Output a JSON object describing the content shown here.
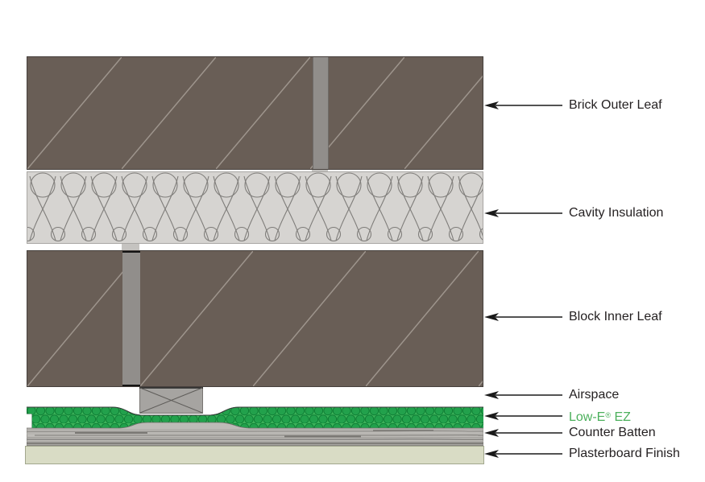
{
  "diagram": {
    "type": "wall-construction-cross-section",
    "layers": [
      {
        "id": "brick-outer-leaf",
        "color": "#695e56",
        "hatch_color": "#9e958d",
        "mortar_color": "#918e8b"
      },
      {
        "id": "cavity-insulation",
        "color": "#d6d4d1",
        "line_color": "#7f7d7a"
      },
      {
        "id": "block-inner-leaf",
        "color": "#695e56",
        "hatch_color": "#9e958d",
        "mortar_color": "#918e8b"
      },
      {
        "id": "airspace",
        "color": "#ffffff"
      },
      {
        "id": "low-e-ez",
        "color": "#3cb35a",
        "bubble_color": "#22a14c"
      },
      {
        "id": "counter-batten",
        "color": "#bdbbb7",
        "grain_color": "#8a8884"
      },
      {
        "id": "plasterboard-finish",
        "color": "#d9dcc5"
      }
    ]
  },
  "callouts": [
    {
      "id": "brick-outer-leaf",
      "label": "Brick Outer Leaf"
    },
    {
      "id": "cavity-insulation",
      "label": "Cavity Insulation"
    },
    {
      "id": "block-inner-leaf",
      "label": "Block Inner Leaf"
    },
    {
      "id": "airspace",
      "label": "Airspace"
    },
    {
      "id": "low-e-ez",
      "label": "Low-E® EZ",
      "parts": {
        "pre": "Low-E",
        "reg": "®",
        "post": " EZ"
      }
    },
    {
      "id": "counter-batten",
      "label": "Counter Batten"
    },
    {
      "id": "plasterboard-finish",
      "label": "Plasterboard Finish"
    }
  ],
  "style": {
    "label_text_color": "#231f20",
    "low_e_label_color": "#4cb05c",
    "arrow_color": "#1a1a1a",
    "background": "#ffffff"
  }
}
